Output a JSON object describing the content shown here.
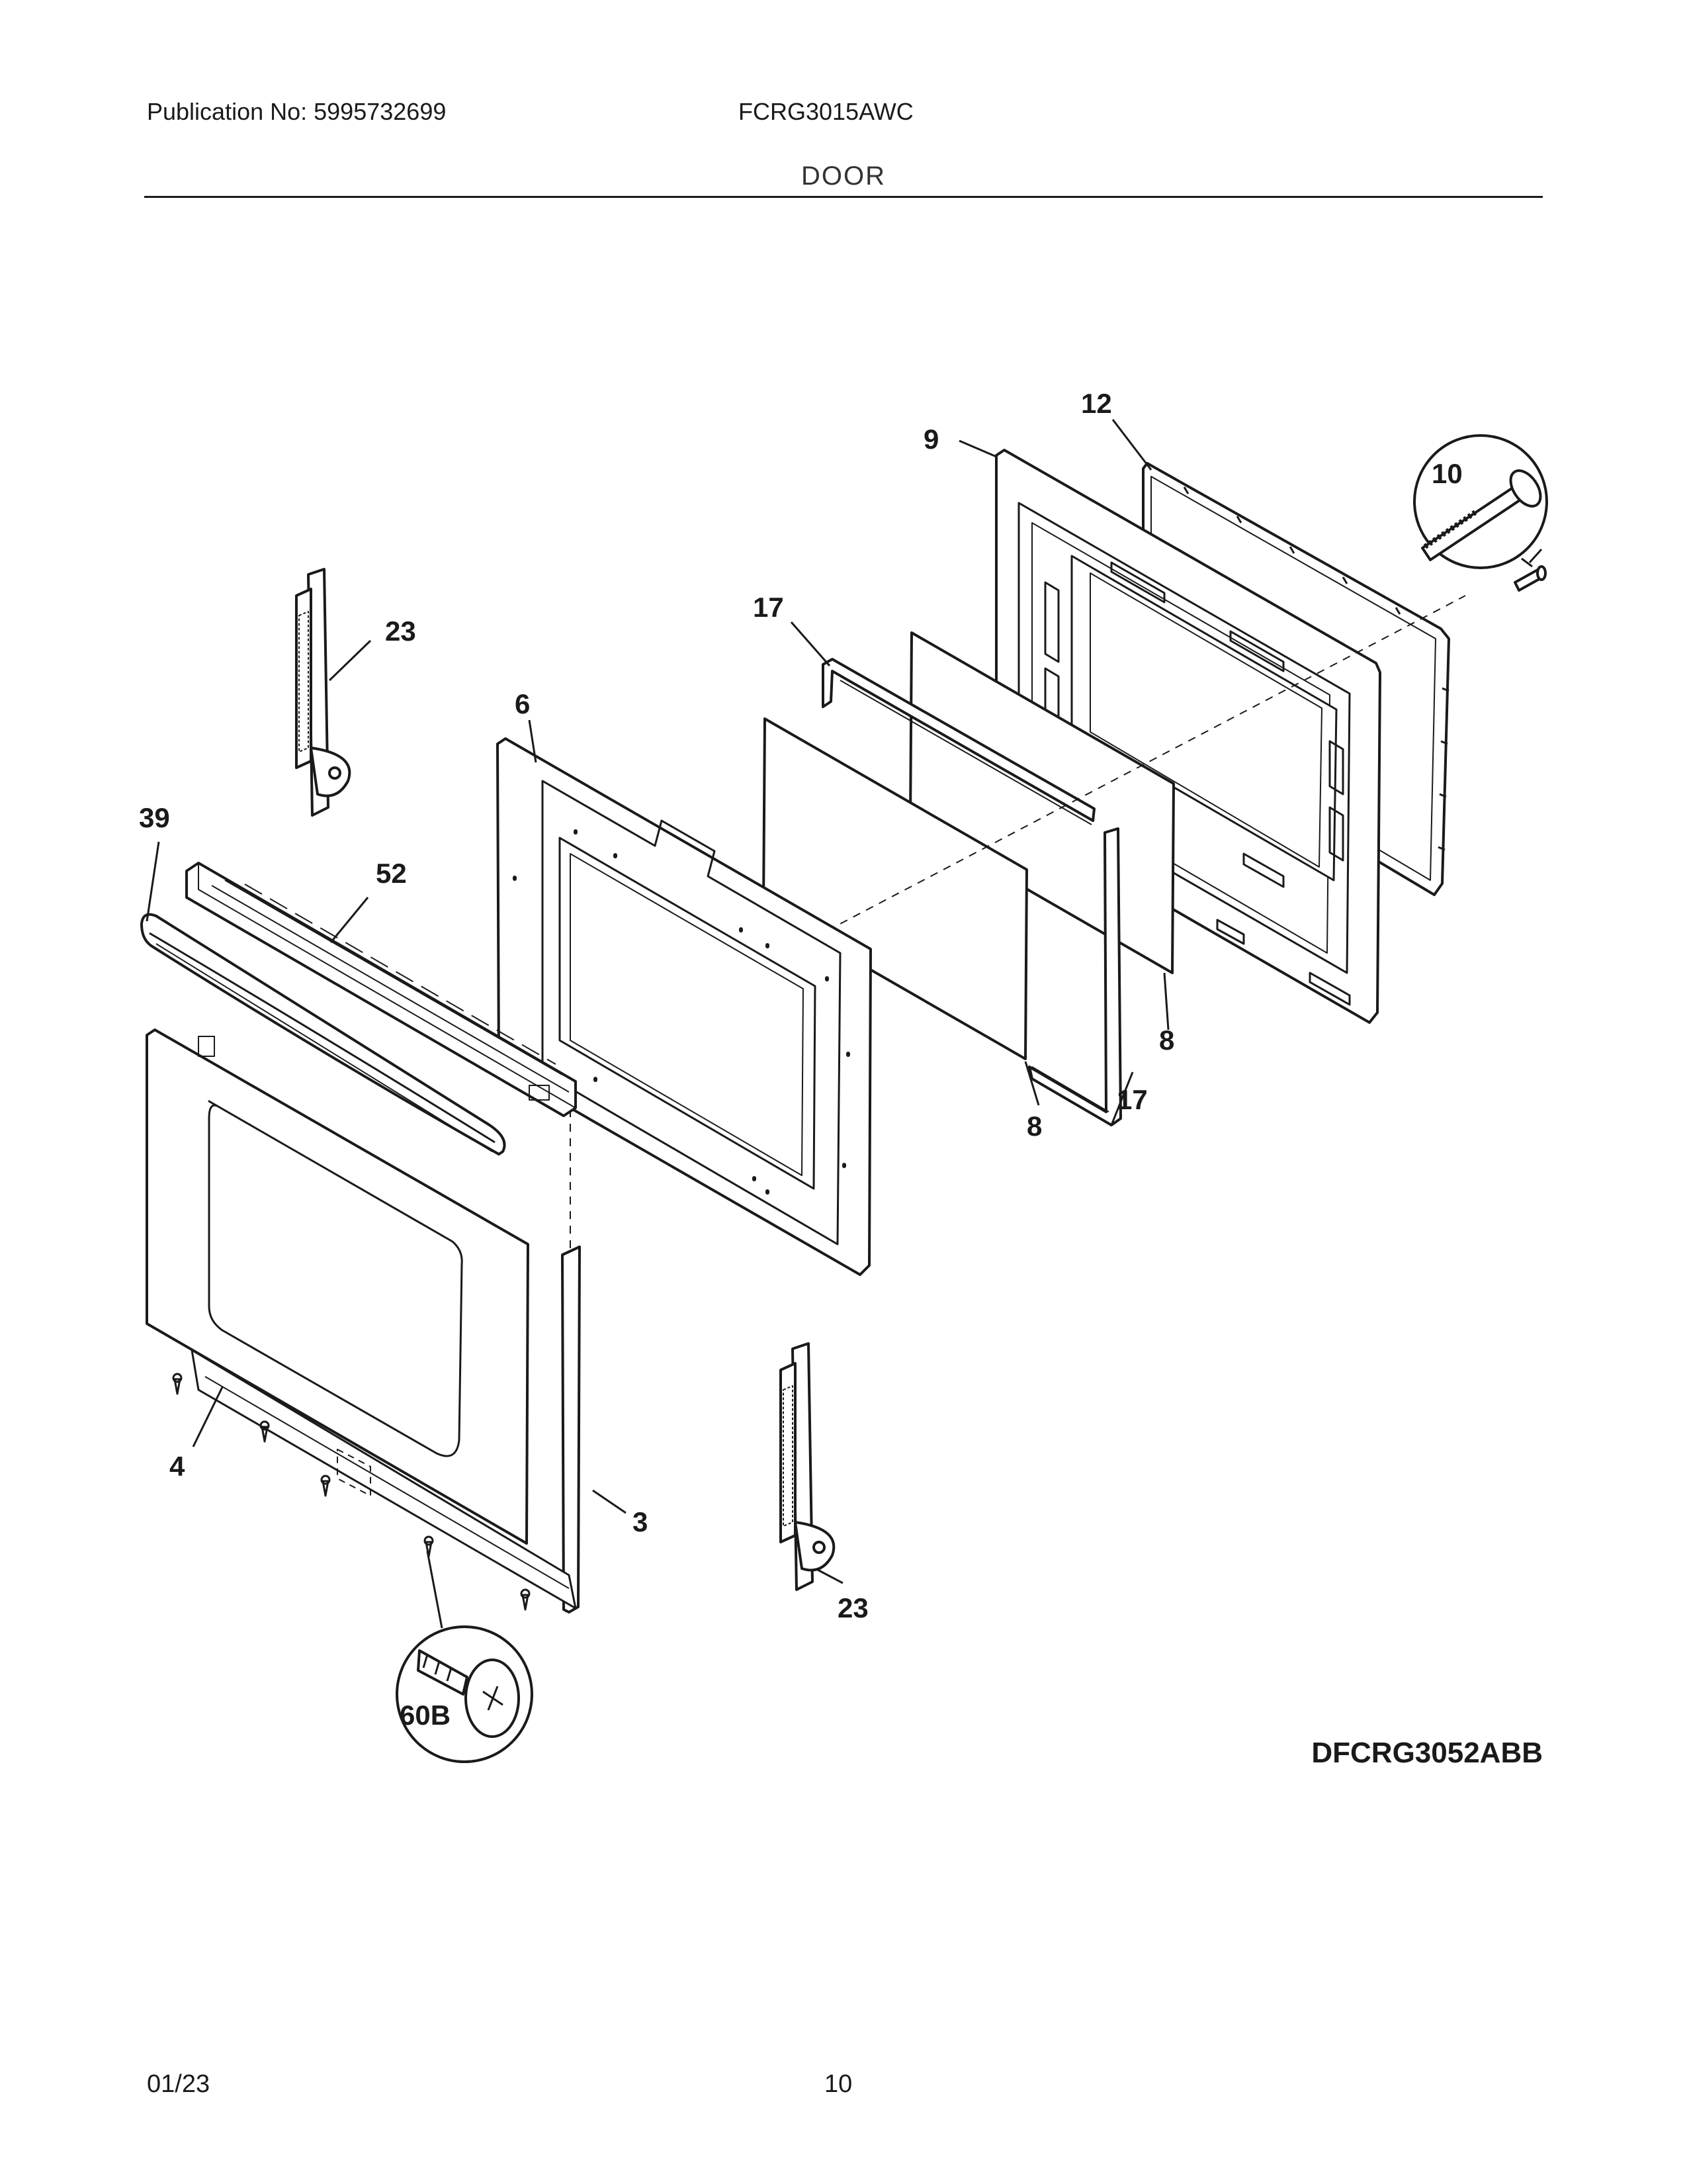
{
  "header": {
    "publication": "Publication No: 5995732699",
    "model": "FCRG3015AWC",
    "section_title": "DOOR"
  },
  "drawing_code": "DFCRG3052ABB",
  "parts": {
    "p12": "12",
    "p9": "9",
    "p10": "10",
    "p17_top": "17",
    "p23_top": "23",
    "p6": "6",
    "p39": "39",
    "p52": "52",
    "p8_right": "8",
    "p17_bottom": "17",
    "p8_left": "8",
    "p4": "4",
    "p3": "3",
    "p23_bottom": "23",
    "p60b": "60B"
  },
  "footer": {
    "date": "01/23",
    "page_number": "10"
  }
}
